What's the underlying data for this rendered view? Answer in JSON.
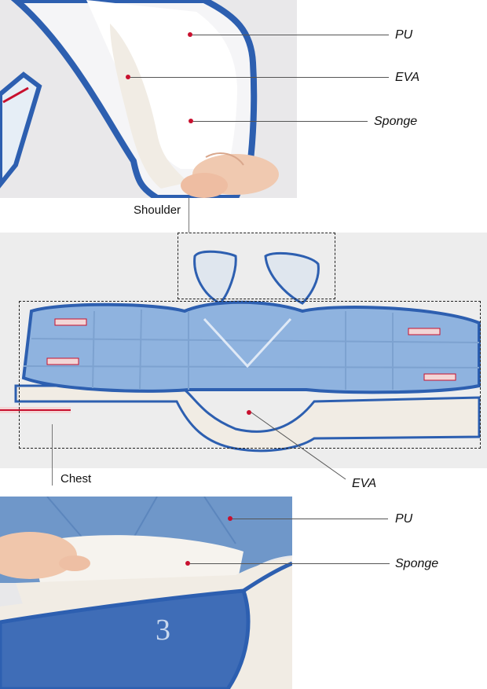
{
  "colors": {
    "pu_blue": "#8fb3df",
    "trim_blue": "#2d5fb0",
    "foam": "#f1ece4",
    "marker_red": "#c8102e"
  },
  "top_panel": {
    "labels": {
      "pu": "PU",
      "eva": "EVA",
      "sponge": "Sponge"
    }
  },
  "middle_panel": {
    "labels": {
      "shoulder": "Shoulder",
      "chest": "Chest",
      "eva": "EVA"
    }
  },
  "bottom_panel": {
    "labels": {
      "pu": "PU",
      "sponge": "Sponge"
    },
    "number_badge": "3"
  }
}
